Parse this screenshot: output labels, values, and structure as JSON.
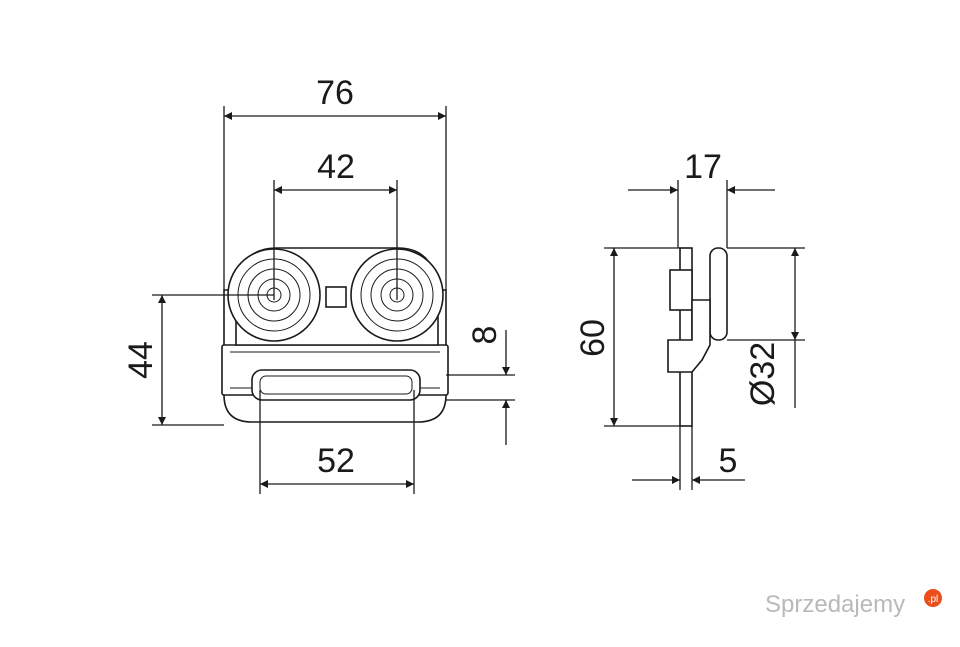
{
  "dimensions": {
    "overall_width": "76",
    "wheel_spacing": "42",
    "height_front": "44",
    "plate_gap": "8",
    "slot_width": "52",
    "side_depth": "17",
    "overall_height": "60",
    "wheel_diameter": "Ø32",
    "plate_thickness": "5"
  },
  "watermark": {
    "text": "Sprzedajemy",
    "suffix": ".pl",
    "accent_color": "#e94e1b"
  },
  "colors": {
    "line": "#1a1a1a",
    "background": "#ffffff"
  }
}
